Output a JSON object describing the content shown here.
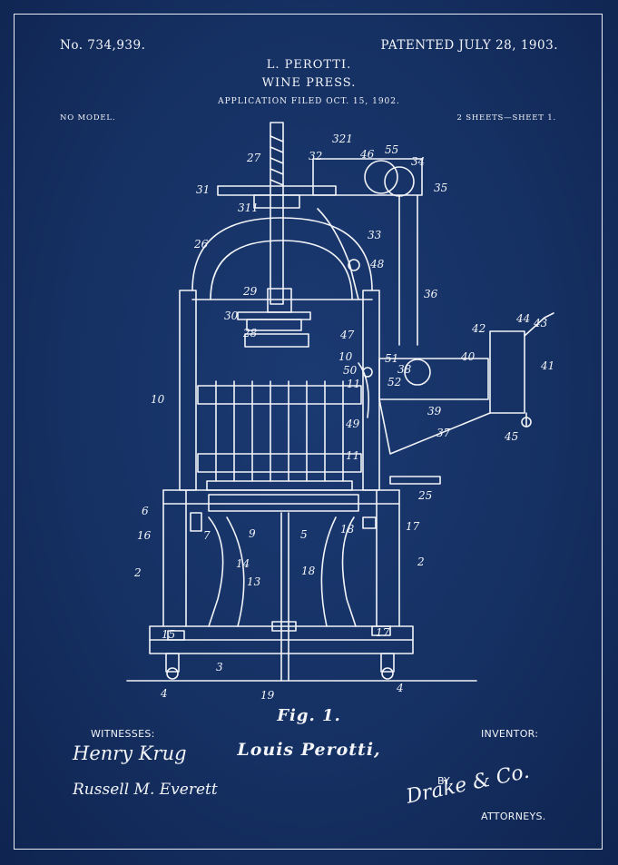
{
  "header": {
    "patent_number": "No. 734,939.",
    "patent_date": "PATENTED JULY 28, 1903.",
    "inventor_name_heading": "L. PEROTTI.",
    "title": "WINE PRESS.",
    "application_filed": "APPLICATION FILED OCT. 15, 1902.",
    "model_note": "NO MODEL.",
    "sheets_note": "2 SHEETS—SHEET 1."
  },
  "figure": {
    "label": "Fig. 1.",
    "part_labels": [
      "27",
      "32",
      "321",
      "46",
      "55",
      "34",
      "35",
      "31",
      "311",
      "33",
      "26",
      "48",
      "36",
      "29",
      "30",
      "28",
      "47",
      "44",
      "43",
      "42",
      "40",
      "41",
      "10",
      "51",
      "50",
      "38",
      "11",
      "52",
      "39",
      "49",
      "37",
      "45",
      "10",
      "11",
      "6",
      "16",
      "7",
      "9",
      "5",
      "18",
      "25",
      "17",
      "2",
      "14",
      "18",
      "13",
      "2",
      "3",
      "15",
      "17",
      "4",
      "19",
      "4"
    ]
  },
  "footer": {
    "witnesses_label": "WITNESSES:",
    "witness_1_signature": "Henry Krug",
    "witness_2_signature": "Russell M. Everett",
    "inventor_label": "INVENTOR:",
    "inventor_signature": "Louis Perotti,",
    "by_label": "BY",
    "attorney_signature": "Drake & Co.",
    "attorneys_label": "ATTORNEYS."
  },
  "colors": {
    "background": "#153062",
    "ink": "#f2f4f8"
  }
}
